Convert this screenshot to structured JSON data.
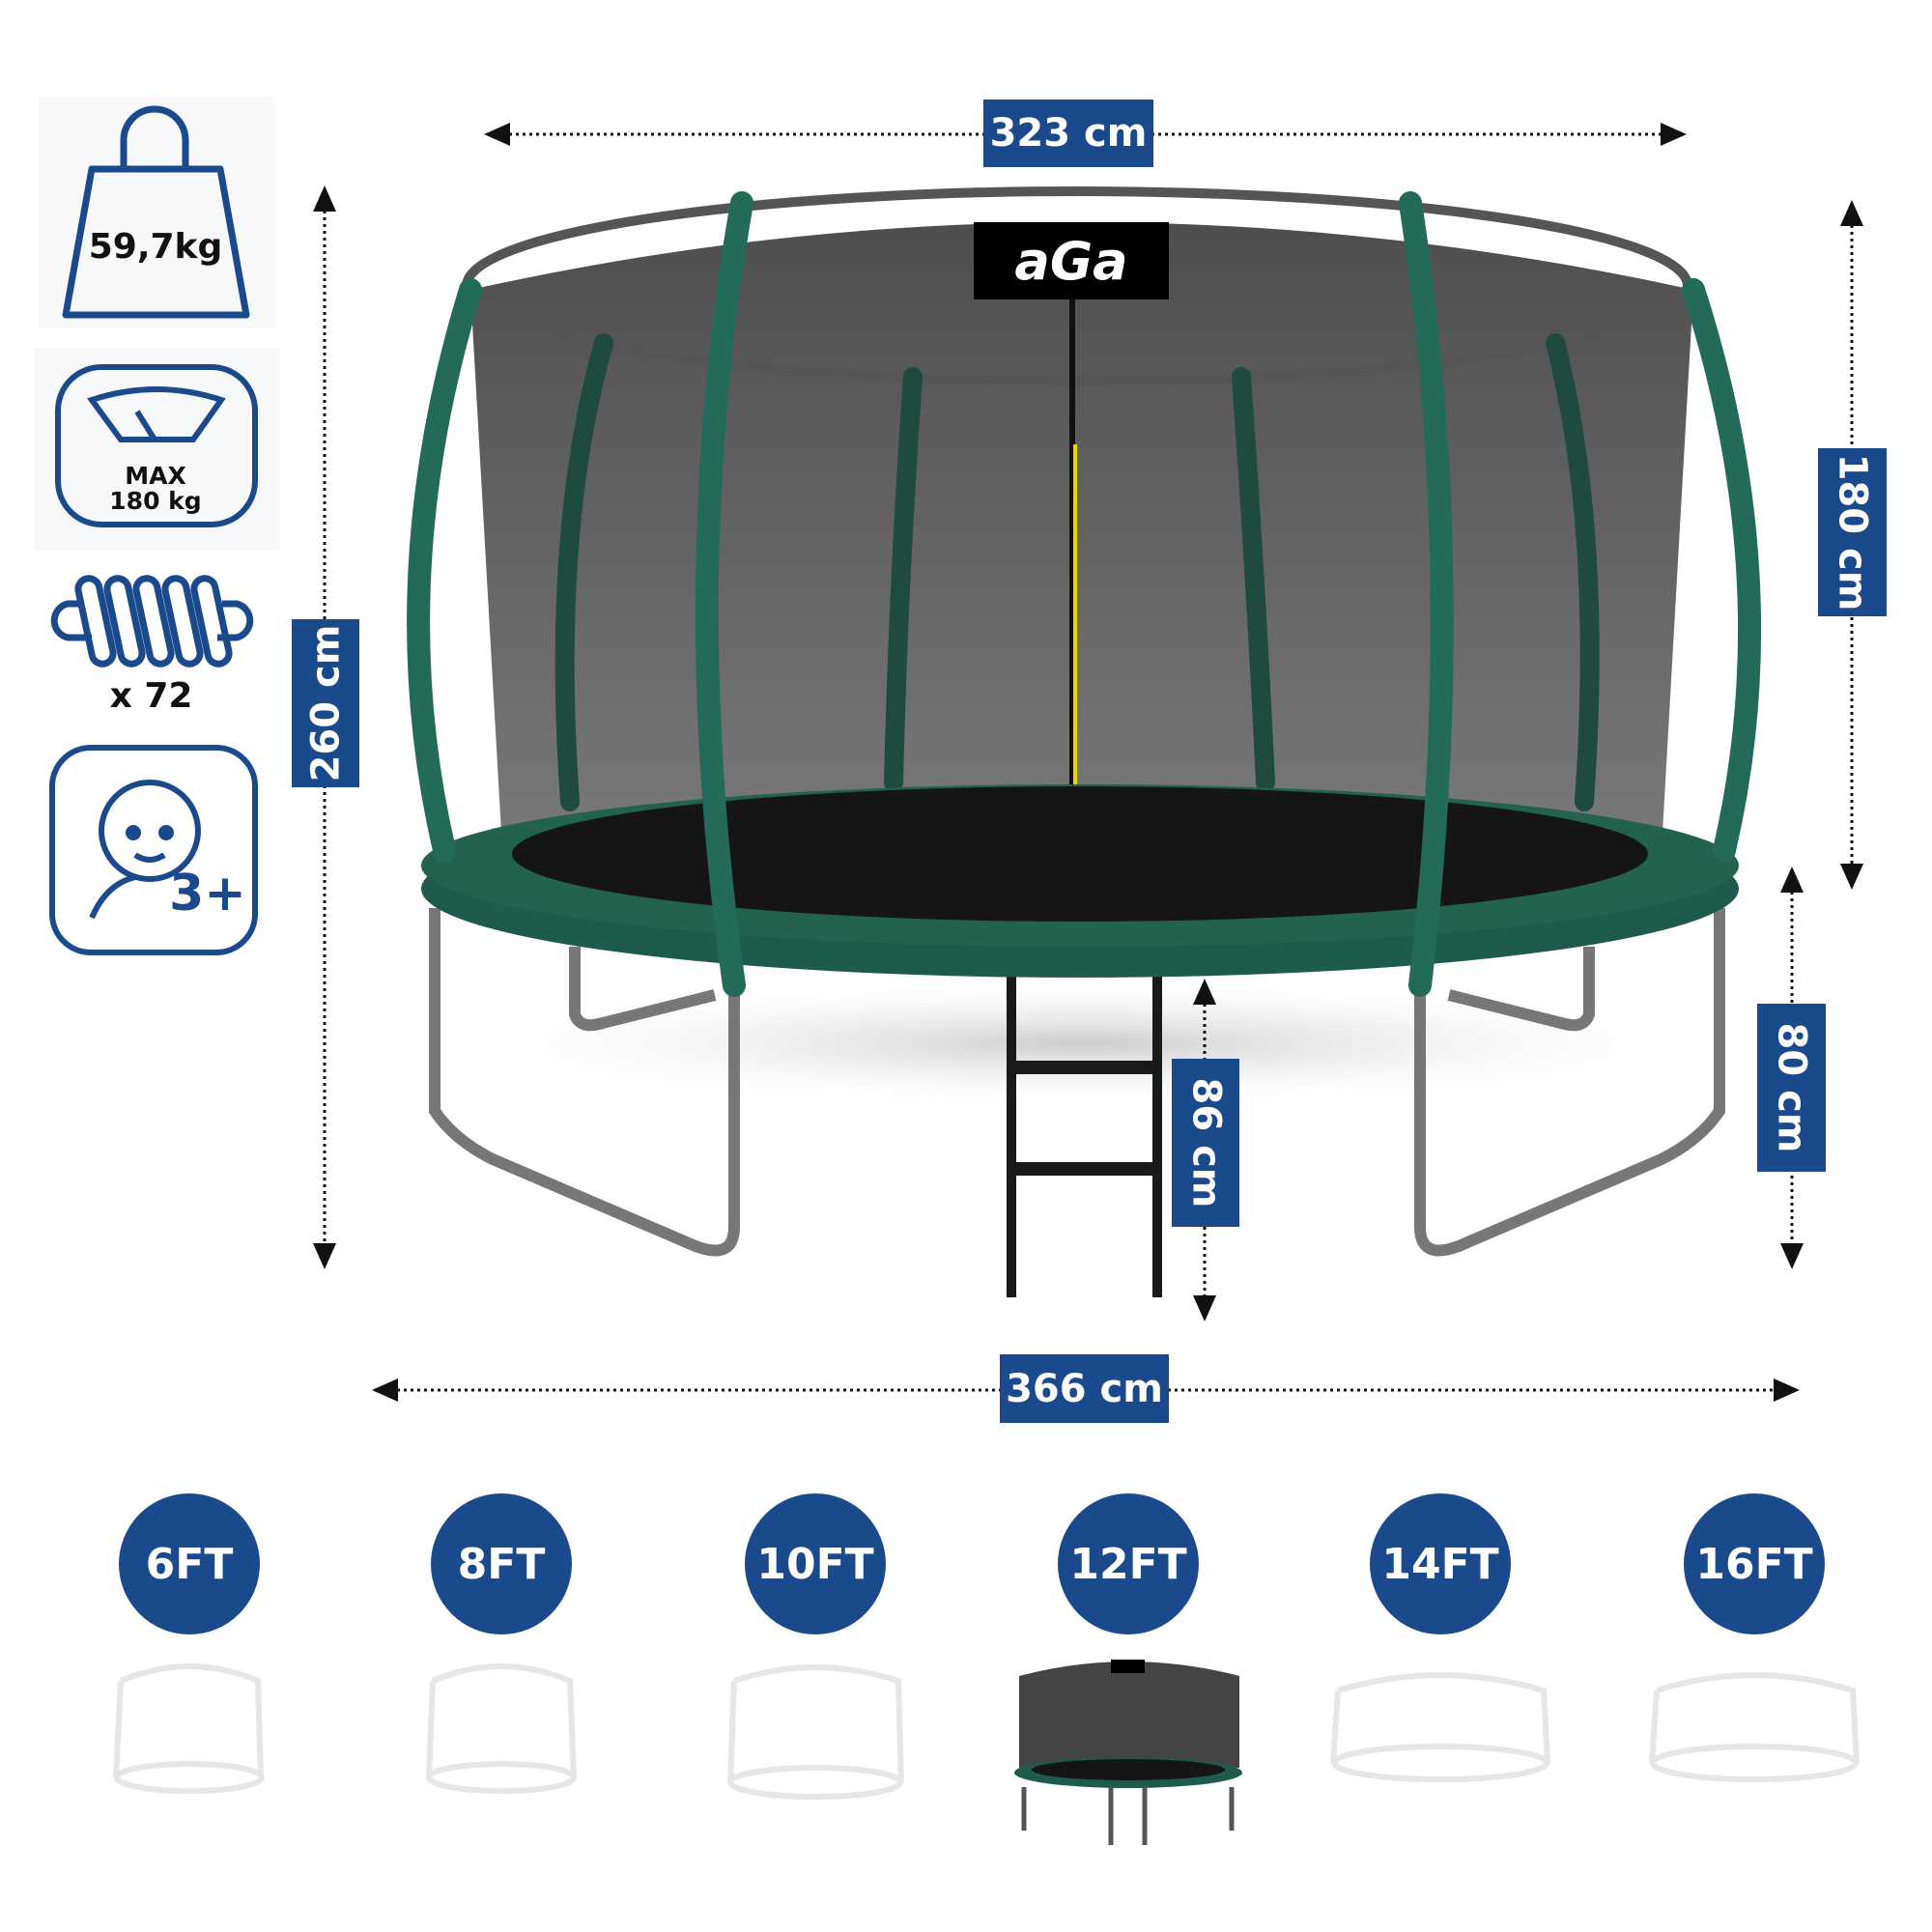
{
  "brand": {
    "logo_text": "aGa"
  },
  "specs": {
    "weight": "59,7kg",
    "max_load_line1": "MAX",
    "max_load_line2": "180 kg",
    "springs": "x 72",
    "age": "3+"
  },
  "dimensions": {
    "top_diameter": "323 cm",
    "total_height": "260 cm",
    "net_height": "180 cm",
    "frame_height": "80 cm",
    "ladder_height": "86 cm",
    "frame_diameter": "366 cm"
  },
  "sizes": [
    {
      "label": "6FT",
      "selected": false
    },
    {
      "label": "8FT",
      "selected": false
    },
    {
      "label": "10FT",
      "selected": false
    },
    {
      "label": "12FT",
      "selected": true
    },
    {
      "label": "14FT",
      "selected": false
    },
    {
      "label": "16FT",
      "selected": false
    }
  ],
  "colors": {
    "accent": "#1b4a8c",
    "frame_green": "#1f5b4c",
    "net": "#4a4a4a"
  }
}
